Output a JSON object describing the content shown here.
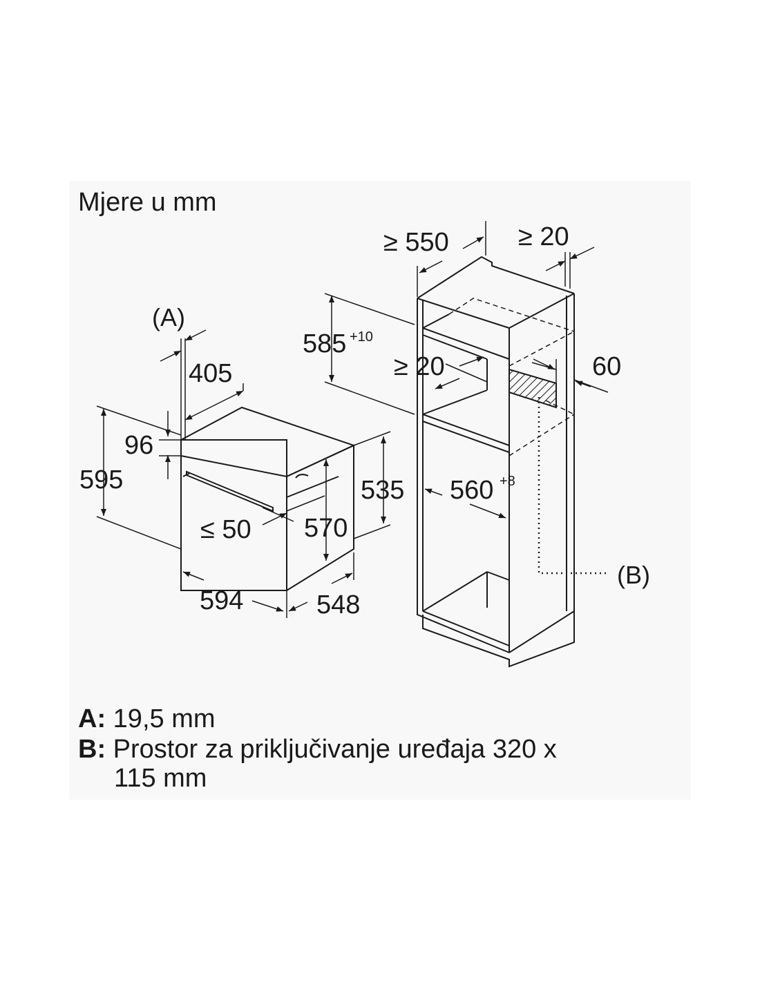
{
  "title": "Mjere u mm",
  "oven": {
    "marker_a": "(A)",
    "dim_405": "405",
    "dim_96": "96",
    "dim_595": "595",
    "dim_le50": "≤ 50",
    "dim_570": "570",
    "dim_535": "535",
    "dim_594": "594",
    "dim_548": "548"
  },
  "cabinet": {
    "dim_ge550": "≥ 550",
    "dim_ge20_top": "≥ 20",
    "dim_585": "585",
    "dim_585_tol": "+10",
    "dim_ge20_mid": "≥ 20",
    "dim_60": "60",
    "dim_560": "560",
    "dim_560_tol": "+8",
    "marker_b": "(B)"
  },
  "legend": {
    "a_key": "A:",
    "a_text": "19,5 mm",
    "b_key": "B:",
    "b_text_line1": "Prostor za priključivanje uređaja 320 x",
    "b_text_line2": "115 mm"
  },
  "colors": {
    "line": "#1a1a1a",
    "panel": "#f8f8f8"
  }
}
